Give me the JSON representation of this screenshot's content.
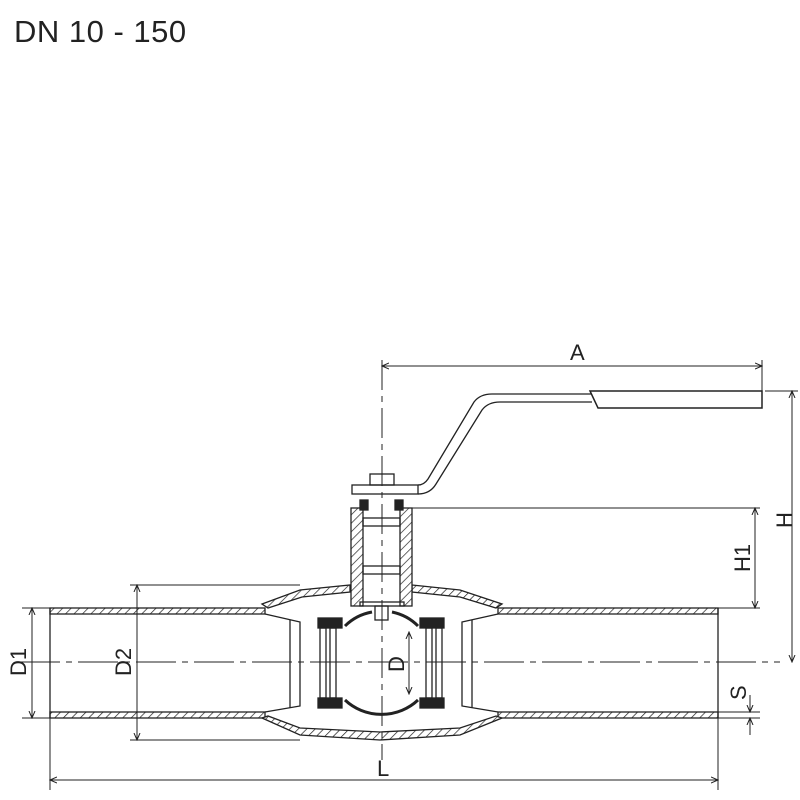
{
  "title": "DN 10 - 150",
  "dimensions": {
    "A": "A",
    "H": "H",
    "H1": "H1",
    "D1": "D1",
    "D2": "D2",
    "D": "D",
    "S": "S",
    "L": "L"
  },
  "colors": {
    "line": "#222222",
    "background": "#ffffff"
  }
}
